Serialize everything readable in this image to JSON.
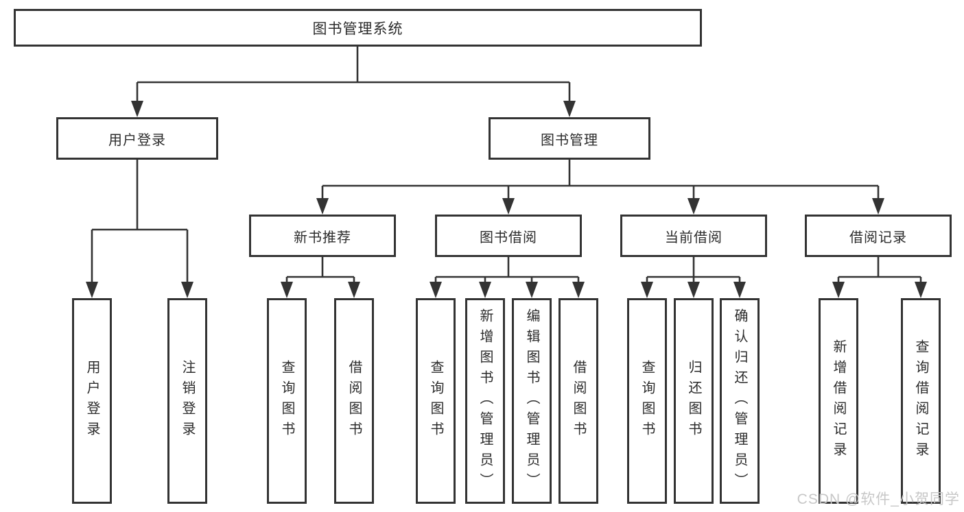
{
  "diagram": {
    "root": "图书管理系统",
    "level2": [
      "用户登录",
      "图书管理"
    ],
    "level3": [
      "新书推荐",
      "图书借阅",
      "当前借阅",
      "借阅记录"
    ],
    "leaves": {
      "user_login": [
        "用户登录",
        "注销登录"
      ],
      "new_book_recommend": [
        "查询图书",
        "借阅图书"
      ],
      "book_borrow": [
        "查询图书",
        "新增图书（管理员）",
        "编辑图书（管理员）",
        "借阅图书"
      ],
      "current_borrow": [
        "查询图书",
        "归还图书",
        "确认归还（管理员）"
      ],
      "borrow_records": [
        "新增借阅记录",
        "查询借阅记录"
      ]
    }
  },
  "watermark": "CSDN @软件_小贺同学",
  "colors": {
    "line": "#333333",
    "text": "#2b2b2b",
    "watermark": "#c7c7c7"
  }
}
